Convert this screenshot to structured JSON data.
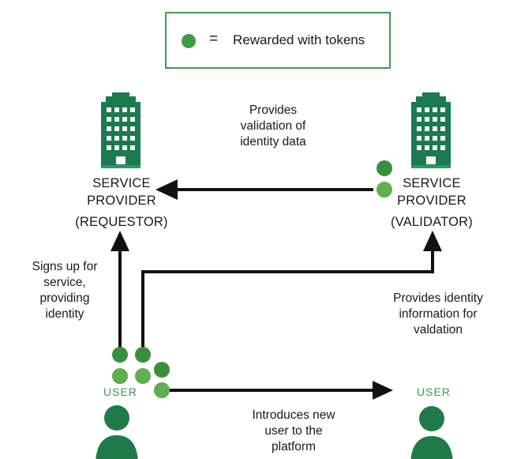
{
  "legend": {
    "symbol": "=",
    "text": "Rewarded with tokens",
    "border_color": "#3d9b47",
    "dot_color": "#3f9b45"
  },
  "requestor": {
    "line1": "SERVICE",
    "line2": "PROVIDER",
    "role": "(REQUESTOR)",
    "icon": "office-building-icon"
  },
  "validator": {
    "line1": "SERVICE",
    "line2": "PROVIDER",
    "role": "(VALIDATOR)",
    "icon": "office-building-icon"
  },
  "edges": {
    "validation": [
      "Provides",
      "validation of",
      "identity data"
    ],
    "signup": [
      "Signs up for",
      "service,",
      "providing",
      "identity"
    ],
    "identity_info": [
      "Provides identity",
      "information for",
      "valdation"
    ],
    "introduces": [
      "Introduces new",
      "user to the",
      "platform"
    ]
  },
  "user_left": {
    "label": "USER",
    "icon": "person-icon"
  },
  "user_right": {
    "label": "USER",
    "icon": "person-icon"
  },
  "colors": {
    "building_dark": "#1b7a4f",
    "building_light": "#2a9a63",
    "token_dark": "#3a8f3f",
    "token_light": "#5fae4f",
    "person": "#1f7a4a",
    "arrow": "#111111"
  }
}
